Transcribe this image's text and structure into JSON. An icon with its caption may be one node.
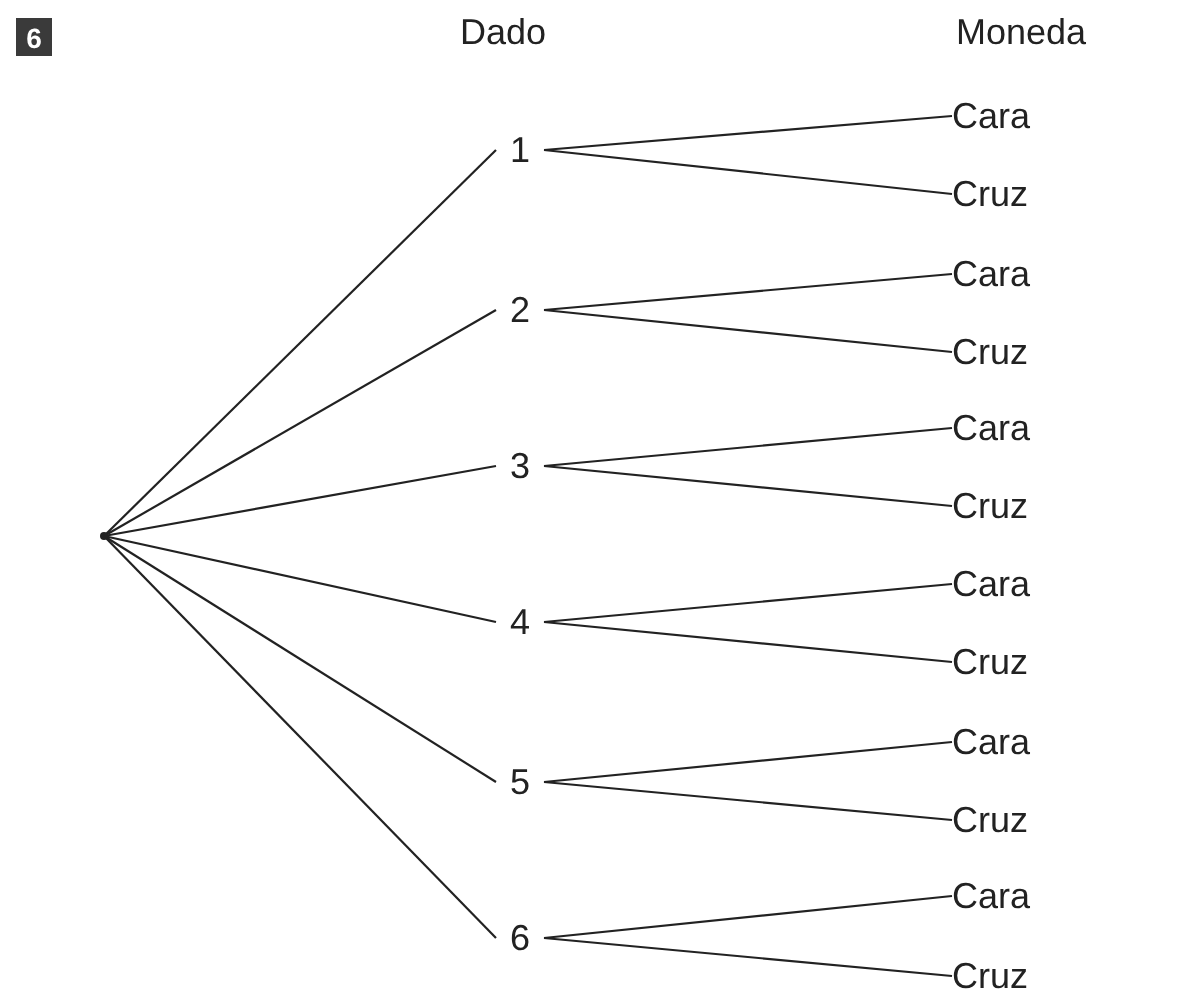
{
  "diagram": {
    "nodes": [
      {
        "text": [],
        "shape": "circle"
      },
      {
        "text": [
          "1"
        ]
      },
      {
        "text": [
          "Cara"
        ]
      },
      {
        "text": [
          "Cruz"
        ]
      },
      {
        "text": [
          "2"
        ]
      },
      {
        "text": [
          "Cara"
        ]
      },
      {
        "text": [
          "Cruz"
        ]
      },
      {
        "text": [
          "3"
        ]
      },
      {
        "text": [
          "Cara"
        ]
      },
      {
        "text": [
          "Cruz"
        ]
      },
      {
        "text": [
          "4"
        ]
      },
      {
        "text": [
          "Cara"
        ]
      },
      {
        "text": [
          "Cruz"
        ]
      },
      {
        "text": [
          "5"
        ]
      },
      {
        "text": [
          "Cara"
        ]
      },
      {
        "text": [
          "Cruz"
        ]
      },
      {
        "text": [
          "6"
        ]
      },
      {
        "text": [
          "Cara"
        ]
      },
      {
        "text": [
          "Cruz"
        ]
      }
    ],
    "edges": [
      {
        "from": 0,
        "to": 1,
        "arrow": "none"
      },
      {
        "from": 1,
        "to": 2,
        "arrow": "none"
      },
      {
        "from": 1,
        "to": 3,
        "arrow": "none"
      },
      {
        "from": 0,
        "to": 4,
        "arrow": "none"
      },
      {
        "from": 4,
        "to": 5,
        "arrow": "none"
      },
      {
        "from": 4,
        "to": 6,
        "arrow": "none"
      },
      {
        "from": 0,
        "to": 7,
        "arrow": "none"
      },
      {
        "from": 7,
        "to": 8,
        "arrow": "none"
      },
      {
        "from": 7,
        "to": 9,
        "arrow": "none"
      },
      {
        "from": 0,
        "to": 10,
        "arrow": "none"
      },
      {
        "from": 10,
        "to": 11,
        "arrow": "none"
      },
      {
        "from": 10,
        "to": 12,
        "arrow": "none"
      },
      {
        "from": 0,
        "to": 13,
        "arrow": "none"
      },
      {
        "from": 13,
        "to": 14,
        "arrow": "none"
      },
      {
        "from": 13,
        "to": 15,
        "arrow": "none"
      },
      {
        "from": 0,
        "to": 16,
        "arrow": "none"
      },
      {
        "from": 16,
        "to": 17,
        "arrow": "none"
      },
      {
        "from": 16,
        "to": 18,
        "arrow": "none"
      }
    ],
    "labels": [
      "6",
      "Dado",
      "Moneda"
    ]
  }
}
